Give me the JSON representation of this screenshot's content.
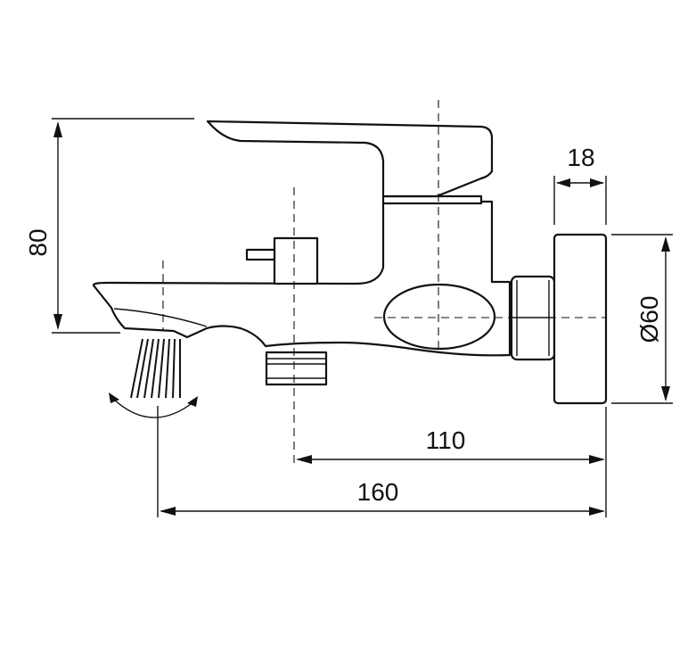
{
  "dimensions": {
    "height": "80",
    "flange_depth": "18",
    "flange_diameter": "Ø60",
    "spout_to_wall": "110",
    "total_length": "160"
  }
}
